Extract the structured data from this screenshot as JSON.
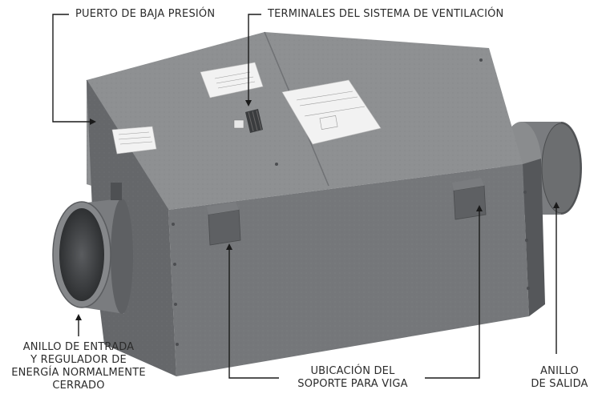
{
  "labels": {
    "low_pressure_port": "PUERTO DE BAJA PRESIÓN",
    "ventilation_terminals": "TERMINALES DEL SISTEMA DE VENTILACIÓN",
    "inlet_ring_lines": [
      "ANILLO DE ENTRADA",
      "Y REGULADOR DE",
      "ENERGÍA NORMALMENTE",
      "CERRADO"
    ],
    "joist_bracket_lines": [
      "UBICACIÓN DEL",
      "SOPORTE PARA VIGA"
    ],
    "outlet_ring_lines": [
      "ANILLO",
      "DE SALIDA"
    ]
  },
  "colors": {
    "housing_top": "#8e9092",
    "housing_front": "#75777a",
    "housing_side": "#5f6164",
    "duct_ring": "#6c6e70",
    "label_sticker": "#f2f2f2",
    "callout_line": "#1a1a1a",
    "text": "#2b2b2b"
  }
}
